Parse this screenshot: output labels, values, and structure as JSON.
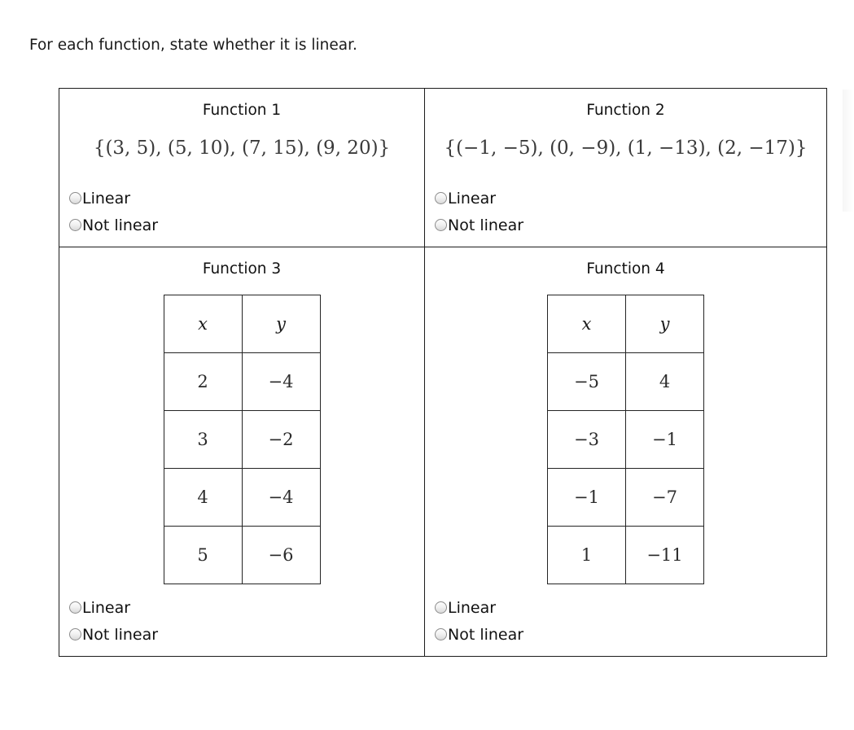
{
  "prompt": "For each function, state whether it is linear.",
  "options": {
    "linear": "Linear",
    "not_linear": "Not linear"
  },
  "table_headers": {
    "x": "x",
    "y": "y"
  },
  "functions": [
    {
      "title": "Function 1",
      "type": "set",
      "set_notation": "{(3, 5), (5, 10), (7, 15), (9, 20)}",
      "pairs": [
        [
          3,
          5
        ],
        [
          5,
          10
        ],
        [
          7,
          15
        ],
        [
          9,
          20
        ]
      ],
      "selected": null
    },
    {
      "title": "Function 2",
      "type": "set",
      "set_notation": "{(−1, −5), (0, −9), (1, −13), (2, −17)}",
      "pairs": [
        [
          -1,
          -5
        ],
        [
          0,
          -9
        ],
        [
          1,
          -13
        ],
        [
          2,
          -17
        ]
      ],
      "selected": null
    },
    {
      "title": "Function 3",
      "type": "table",
      "rows": [
        {
          "x": "2",
          "y": "−4"
        },
        {
          "x": "3",
          "y": "−2"
        },
        {
          "x": "4",
          "y": "−4"
        },
        {
          "x": "5",
          "y": "−6"
        }
      ],
      "selected": null
    },
    {
      "title": "Function 4",
      "type": "table",
      "rows": [
        {
          "x": "−5",
          "y": "4"
        },
        {
          "x": "−3",
          "y": "−1"
        },
        {
          "x": "−1",
          "y": "−7"
        },
        {
          "x": "1",
          "y": "−11"
        }
      ],
      "selected": null
    }
  ],
  "colors": {
    "border": "#1c1c1c",
    "text": "#111111",
    "math_text": "#3a3a3a",
    "radio_border": "#8c8c8c"
  }
}
